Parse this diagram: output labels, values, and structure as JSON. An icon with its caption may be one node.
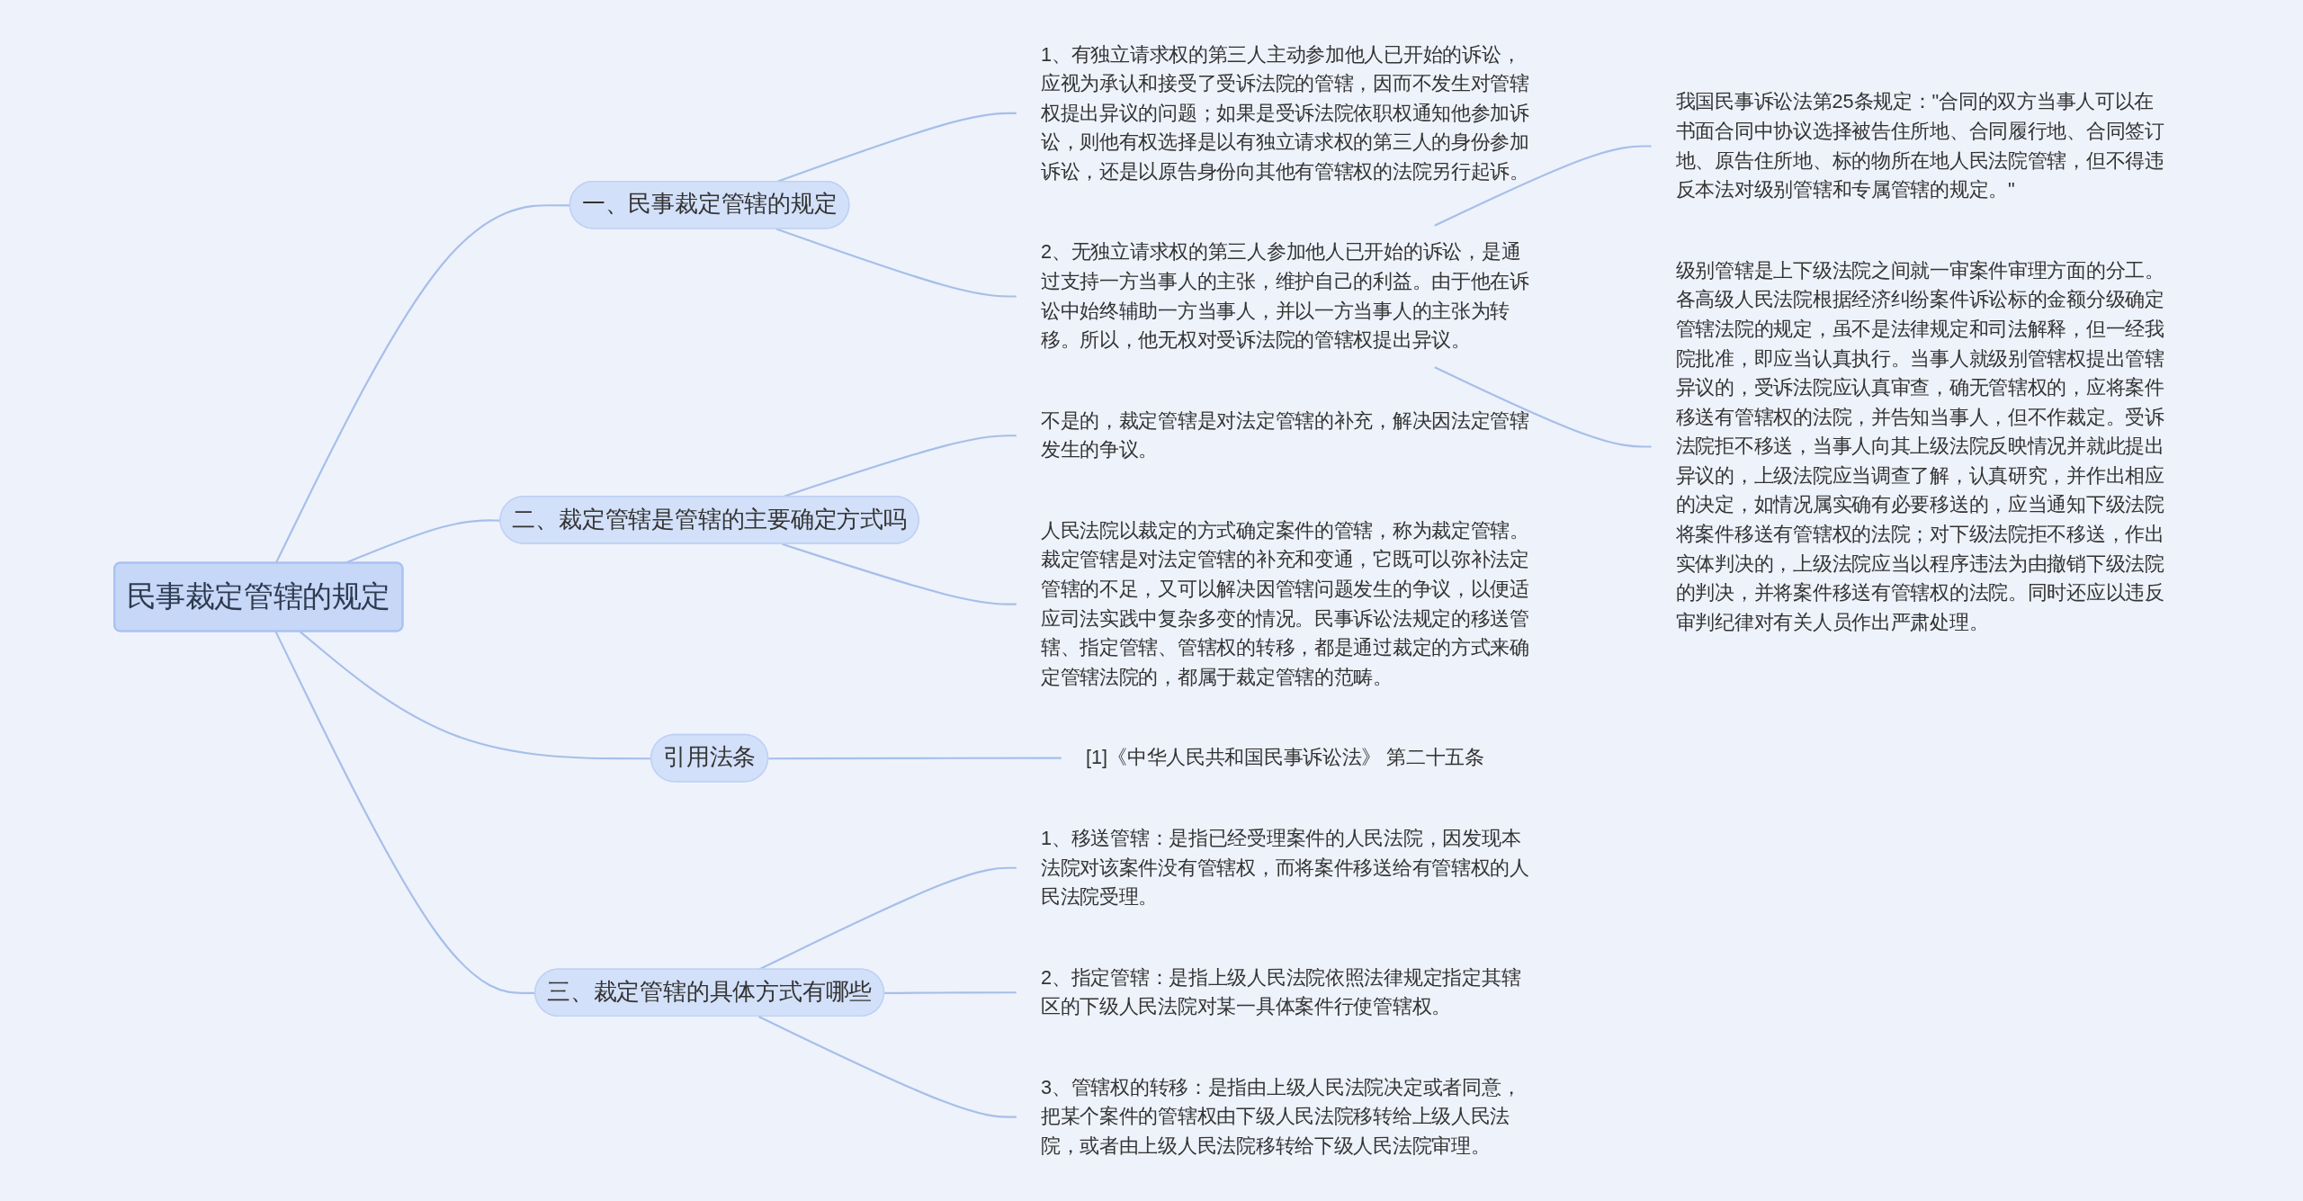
{
  "diagram": {
    "nodes": [
      {
        "text": [
          "民事裁定管辖的规定"
        ]
      },
      {
        "text": [
          "一、民事裁定管辖的规定"
        ]
      },
      {
        "text": [
          "1、有独立请求权的第三人主动参加他人已开始的诉讼，应视为承认和接受了受诉法院的管辖，因而不发生对管辖权提出异议的问题；如果是受诉法院依职权通知他参加诉讼，则他有权选择是以有独立请求权的第三人的身份参加诉讼，还是以原告身份向其他有管辖权的法院另行起诉。"
        ]
      },
      {
        "text": [
          "2、无独立请求权的第三人参加他人已开始的诉讼，是通过支持一方当事人的主张，维护自己的利益。由于他在诉讼中始终辅助一方当事人，并以一方当事人的主张为转移。所以，他无权对受诉法院的管辖权提出异议。"
        ]
      },
      {
        "text": [
          "我国民事诉讼法第25条规定：\"合同的双方当事人可以在书面合同中协议选择被告住所地、合同履行地、合同签订地、原告住所地、标的物所在地人民法院管辖，但不得违反本法对级别管辖和专属管辖的规定。\""
        ]
      },
      {
        "text": [
          "级别管辖是上下级法院之间就一审案件审理方面的分工。各高级人民法院根据经济纠纷案件诉讼标的金额分级确定管辖法院的规定，虽不是法律规定和司法解释，但一经我院批准，即应当认真执行。当事人就级别管辖权提出管辖异议的，受诉法院应认真审查，确无管辖权的，应将案件移送有管辖权的法院，并告知当事人，但不作裁定。受诉法院拒不移送，当事人向其上级法院反映情况并就此提出异议的，上级法院应当调查了解，认真研究，并作出相应的决定，如情况属实确有必要移送的，应当通知下级法院将案件移送有管辖权的法院；对下级法院拒不移送，作出实体判决的，上级法院应当以程序违法为由撤销下级法院的判决，并将案件移送有管辖权的法院。同时还应以违反审判纪律对有关人员作出严肃处理。"
        ]
      },
      {
        "text": [
          "二、裁定管辖是管辖的主要确定方式吗"
        ]
      },
      {
        "text": [
          "不是的，裁定管辖是对法定管辖的补充，解决因法定管辖发生的争议。"
        ]
      },
      {
        "text": [
          "人民法院以裁定的方式确定案件的管辖，称为裁定管辖。裁定管辖是对法定管辖的补充和变通，它既可以弥补法定管辖的不足，又可以解决因管辖问题发生的争议，以便适应司法实践中复杂多变的情况。民事诉讼法规定的移送管辖、指定管辖、管辖权的转移，都是通过裁定的方式来确定管辖法院的，都属于裁定管辖的范畴。"
        ]
      },
      {
        "text": [
          "引用法条"
        ]
      },
      {
        "text": [
          "[1]《中华人民共和国民事诉讼法》 第二十五条"
        ]
      },
      {
        "text": [
          "三、裁定管辖的具体方式有哪些"
        ]
      },
      {
        "text": [
          "1、移送管辖：是指已经受理案件的人民法院，因发现本法院对该案件没有管辖权，而将案件移送给有管辖权的人民法院受理。"
        ]
      },
      {
        "text": [
          "2、指定管辖：是指上级人民法院依照法律规定指定其辖区的下级人民法院对某一具体案件行使管辖权。"
        ]
      },
      {
        "text": [
          "3、管辖权的转移：是指由上级人民法院决定或者同意，把某个案件的管辖权由下级人民法院移转给上级人民法院，或者由上级人民法院移转给下级人民法院审理。"
        ]
      }
    ],
    "edges": [
      {
        "from": 0,
        "to": 1,
        "arrow": "none"
      },
      {
        "from": 1,
        "to": 2,
        "arrow": "none"
      },
      {
        "from": 1,
        "to": 3,
        "arrow": "none"
      },
      {
        "from": 3,
        "to": 4,
        "arrow": "none"
      },
      {
        "from": 3,
        "to": 5,
        "arrow": "none"
      },
      {
        "from": 0,
        "to": 6,
        "arrow": "none"
      },
      {
        "from": 6,
        "to": 7,
        "arrow": "none"
      },
      {
        "from": 6,
        "to": 8,
        "arrow": "none"
      },
      {
        "from": 0,
        "to": 9,
        "arrow": "none"
      },
      {
        "from": 9,
        "to": 10,
        "arrow": "none"
      },
      {
        "from": 0,
        "to": 11,
        "arrow": "none"
      },
      {
        "from": 11,
        "to": 12,
        "arrow": "none"
      },
      {
        "from": 11,
        "to": 13,
        "arrow": "none"
      },
      {
        "from": 11,
        "to": 14,
        "arrow": "none"
      }
    ]
  }
}
